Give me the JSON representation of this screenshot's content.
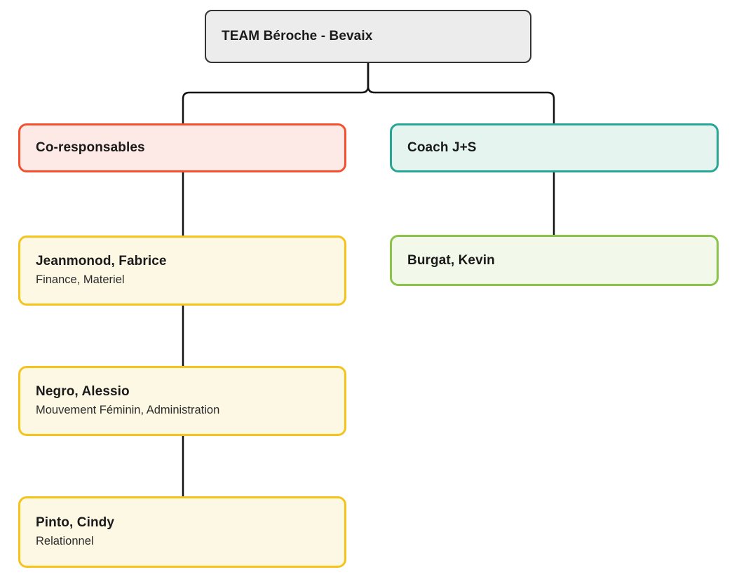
{
  "diagram": {
    "title_node": {
      "label": "TEAM Béroche - Bevaix",
      "fill": "#ececec",
      "border": "#333333"
    },
    "connector_color": "#111111",
    "branches": [
      {
        "head": {
          "label": "Co-responsables",
          "fill": "#fdeae6",
          "border": "#f4502e"
        },
        "members": [
          {
            "name": "Jeanmonod, Fabrice",
            "roles": "Finance, Materiel",
            "fill": "#fdf8e4",
            "border": "#f6c31d"
          },
          {
            "name": "Negro, Alessio",
            "roles": "Mouvement Féminin, Administration",
            "fill": "#fdf8e4",
            "border": "#f6c31d"
          },
          {
            "name": "Pinto, Cindy",
            "roles": "Relationnel",
            "fill": "#fdf8e4",
            "border": "#f6c31d"
          }
        ]
      },
      {
        "head": {
          "label": "Coach J+S",
          "fill": "#e6f4f0",
          "border": "#27a695"
        },
        "members": [
          {
            "name": "Burgat, Kevin",
            "roles": "",
            "fill": "#f2f9eb",
            "border": "#8bc34a"
          }
        ]
      }
    ]
  }
}
